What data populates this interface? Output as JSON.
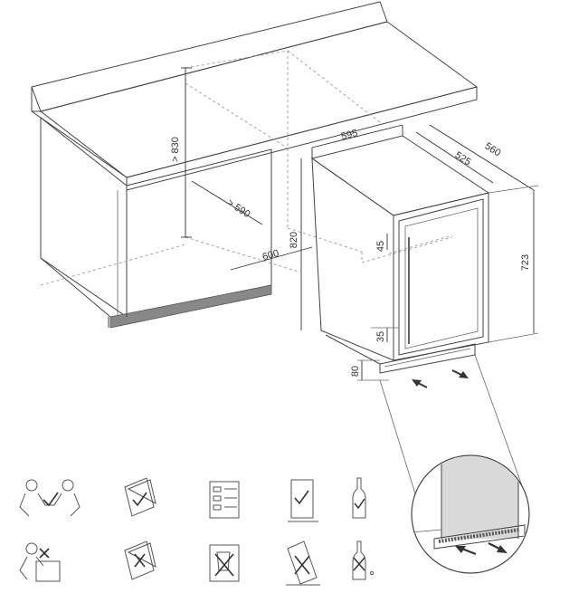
{
  "dimensions": {
    "counter_height": "> 830",
    "cabinet_depth": "> 590",
    "niche_width": "600",
    "niche_height": "820",
    "appliance_width": "595",
    "appliance_depth_body": "525",
    "appliance_depth_total": "560",
    "appliance_height": "723",
    "door_offset": "45",
    "plinth_gap": "35",
    "plinth_height": "80"
  },
  "icons": [
    {
      "name": "carry-two-persons-ok-icon",
      "status": "ok"
    },
    {
      "name": "manual-ok-icon",
      "status": "ok"
    },
    {
      "name": "shelf-loading-ok-icon",
      "status": "ok"
    },
    {
      "name": "upright-transport-ok-icon",
      "status": "ok"
    },
    {
      "name": "bottle-upright-ok-icon",
      "status": "ok"
    },
    {
      "name": "carry-one-person-not-ok-icon",
      "status": "not-ok"
    },
    {
      "name": "manual-not-ok-icon",
      "status": "not-ok"
    },
    {
      "name": "shelf-overload-not-ok-icon",
      "status": "not-ok"
    },
    {
      "name": "tilted-transport-not-ok-icon",
      "status": "not-ok"
    },
    {
      "name": "bottle-not-ok-icon",
      "status": "not-ok"
    }
  ],
  "colors": {
    "line": "#444444",
    "panel_fill": "#d9d9d9",
    "icon_tint": "#555555"
  }
}
